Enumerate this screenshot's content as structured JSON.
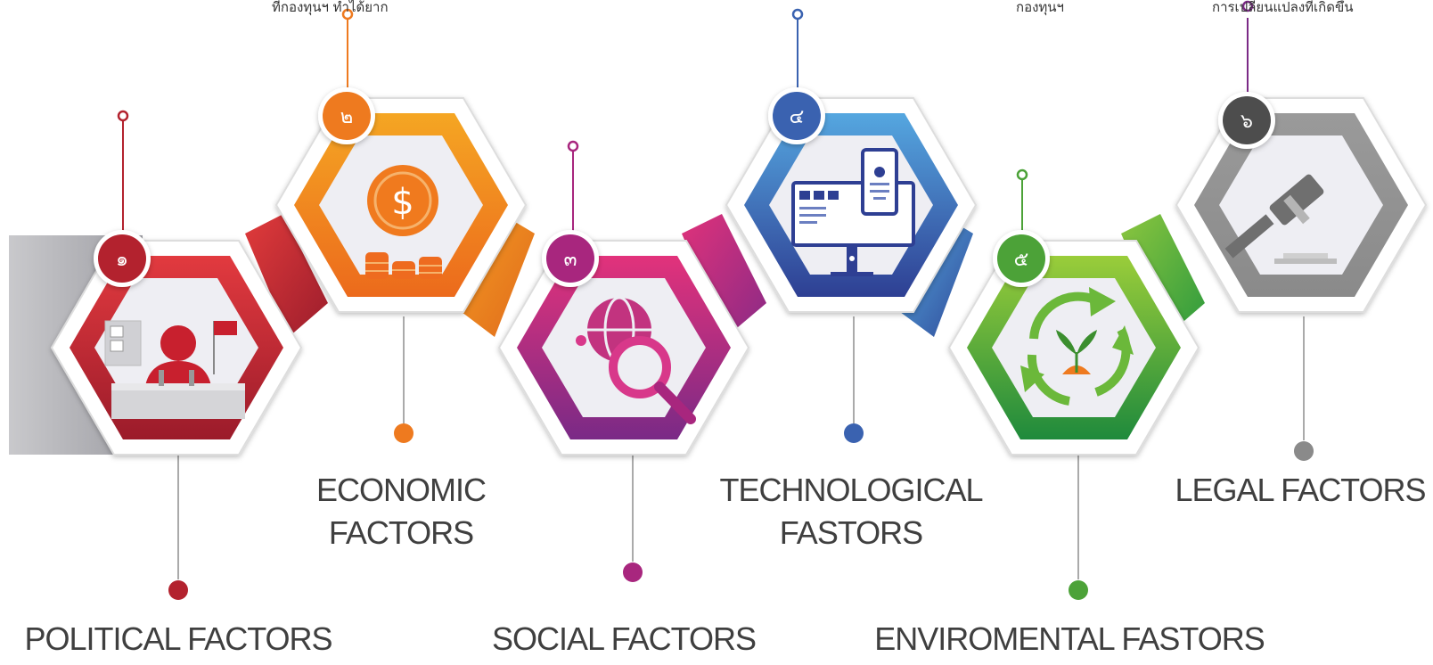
{
  "colors": {
    "political": "#b3222e",
    "economic": "#ee7a1f",
    "social": "#a8267e",
    "technological": "#3a62b0",
    "environmental": "#4ca238",
    "legal": "#6f6f6f"
  },
  "top_notes": {
    "economic": "ที่กองทุนฯ ทำได้ยาก",
    "environmental": "กองทุนฯ",
    "legal": "การเปลี่ยนแปลงที่เกิดขึ้น"
  },
  "factors": [
    {
      "key": "political",
      "number": "๑",
      "label_lines": [
        "POLITICAL FACTORS"
      ],
      "icon": "politician-podium-icon"
    },
    {
      "key": "economic",
      "number": "๒",
      "label_lines": [
        "ECONOMIC",
        "FACTORS"
      ],
      "icon": "dollar-coins-icon"
    },
    {
      "key": "social",
      "number": "๓",
      "label_lines": [
        "SOCIAL FACTORS"
      ],
      "icon": "globe-magnifier-icon"
    },
    {
      "key": "technological",
      "number": "๔",
      "label_lines": [
        "TECHNOLOGICAL",
        "FASTORS"
      ],
      "icon": "computer-phone-icon"
    },
    {
      "key": "environmental",
      "number": "๕",
      "label_lines": [
        "ENVIROMENTAL FASTORS"
      ],
      "icon": "recycle-sprout-icon"
    },
    {
      "key": "legal",
      "number": "๖",
      "label_lines": [
        "LEGAL FACTORS"
      ],
      "icon": "gavel-icon"
    }
  ]
}
